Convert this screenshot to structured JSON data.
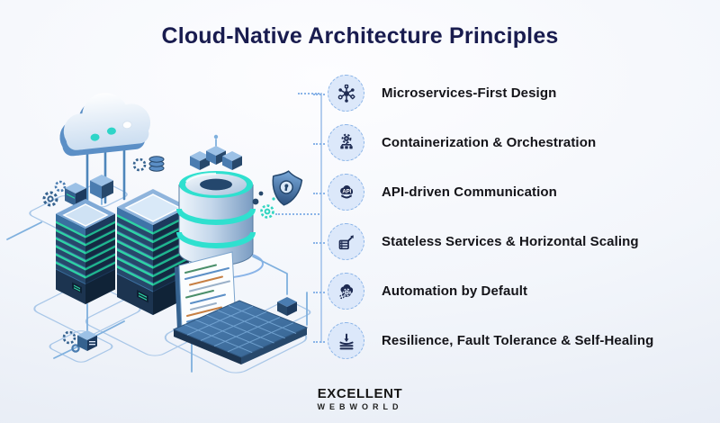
{
  "page": {
    "title": "Cloud-Native Architecture Principles"
  },
  "principles": [
    {
      "label": "Microservices-First Design",
      "icon": "microservices-icon"
    },
    {
      "label": "Containerization & Orchestration",
      "icon": "containerization-icon"
    },
    {
      "label": "API-driven Communication",
      "icon": "api-icon",
      "icon_text": "API"
    },
    {
      "label": "Stateless Services & Horizontal Scaling",
      "icon": "stateless-scaling-icon"
    },
    {
      "label": "Automation by Default",
      "icon": "automation-icon"
    },
    {
      "label": "Resilience, Fault Tolerance & Self-Healing",
      "icon": "resilience-icon"
    }
  ],
  "logo": {
    "line1": "EXCELLENT",
    "line2": "WEBWORLD"
  },
  "colors": {
    "title_navy": "#191c4f",
    "text_dark": "#141419",
    "icon_glyph_navy": "#1e2b52",
    "icon_circle_fill": "#dce8fa",
    "icon_circle_border": "#8ab4e8",
    "teal_accent": "#2fd5c0",
    "teal_stripe": "#2ed3a3",
    "line_blue": "#7fb0de",
    "server_blue": "#3f74a8",
    "server_navy": "#1d3a5e",
    "logo_black": "#151515"
  }
}
